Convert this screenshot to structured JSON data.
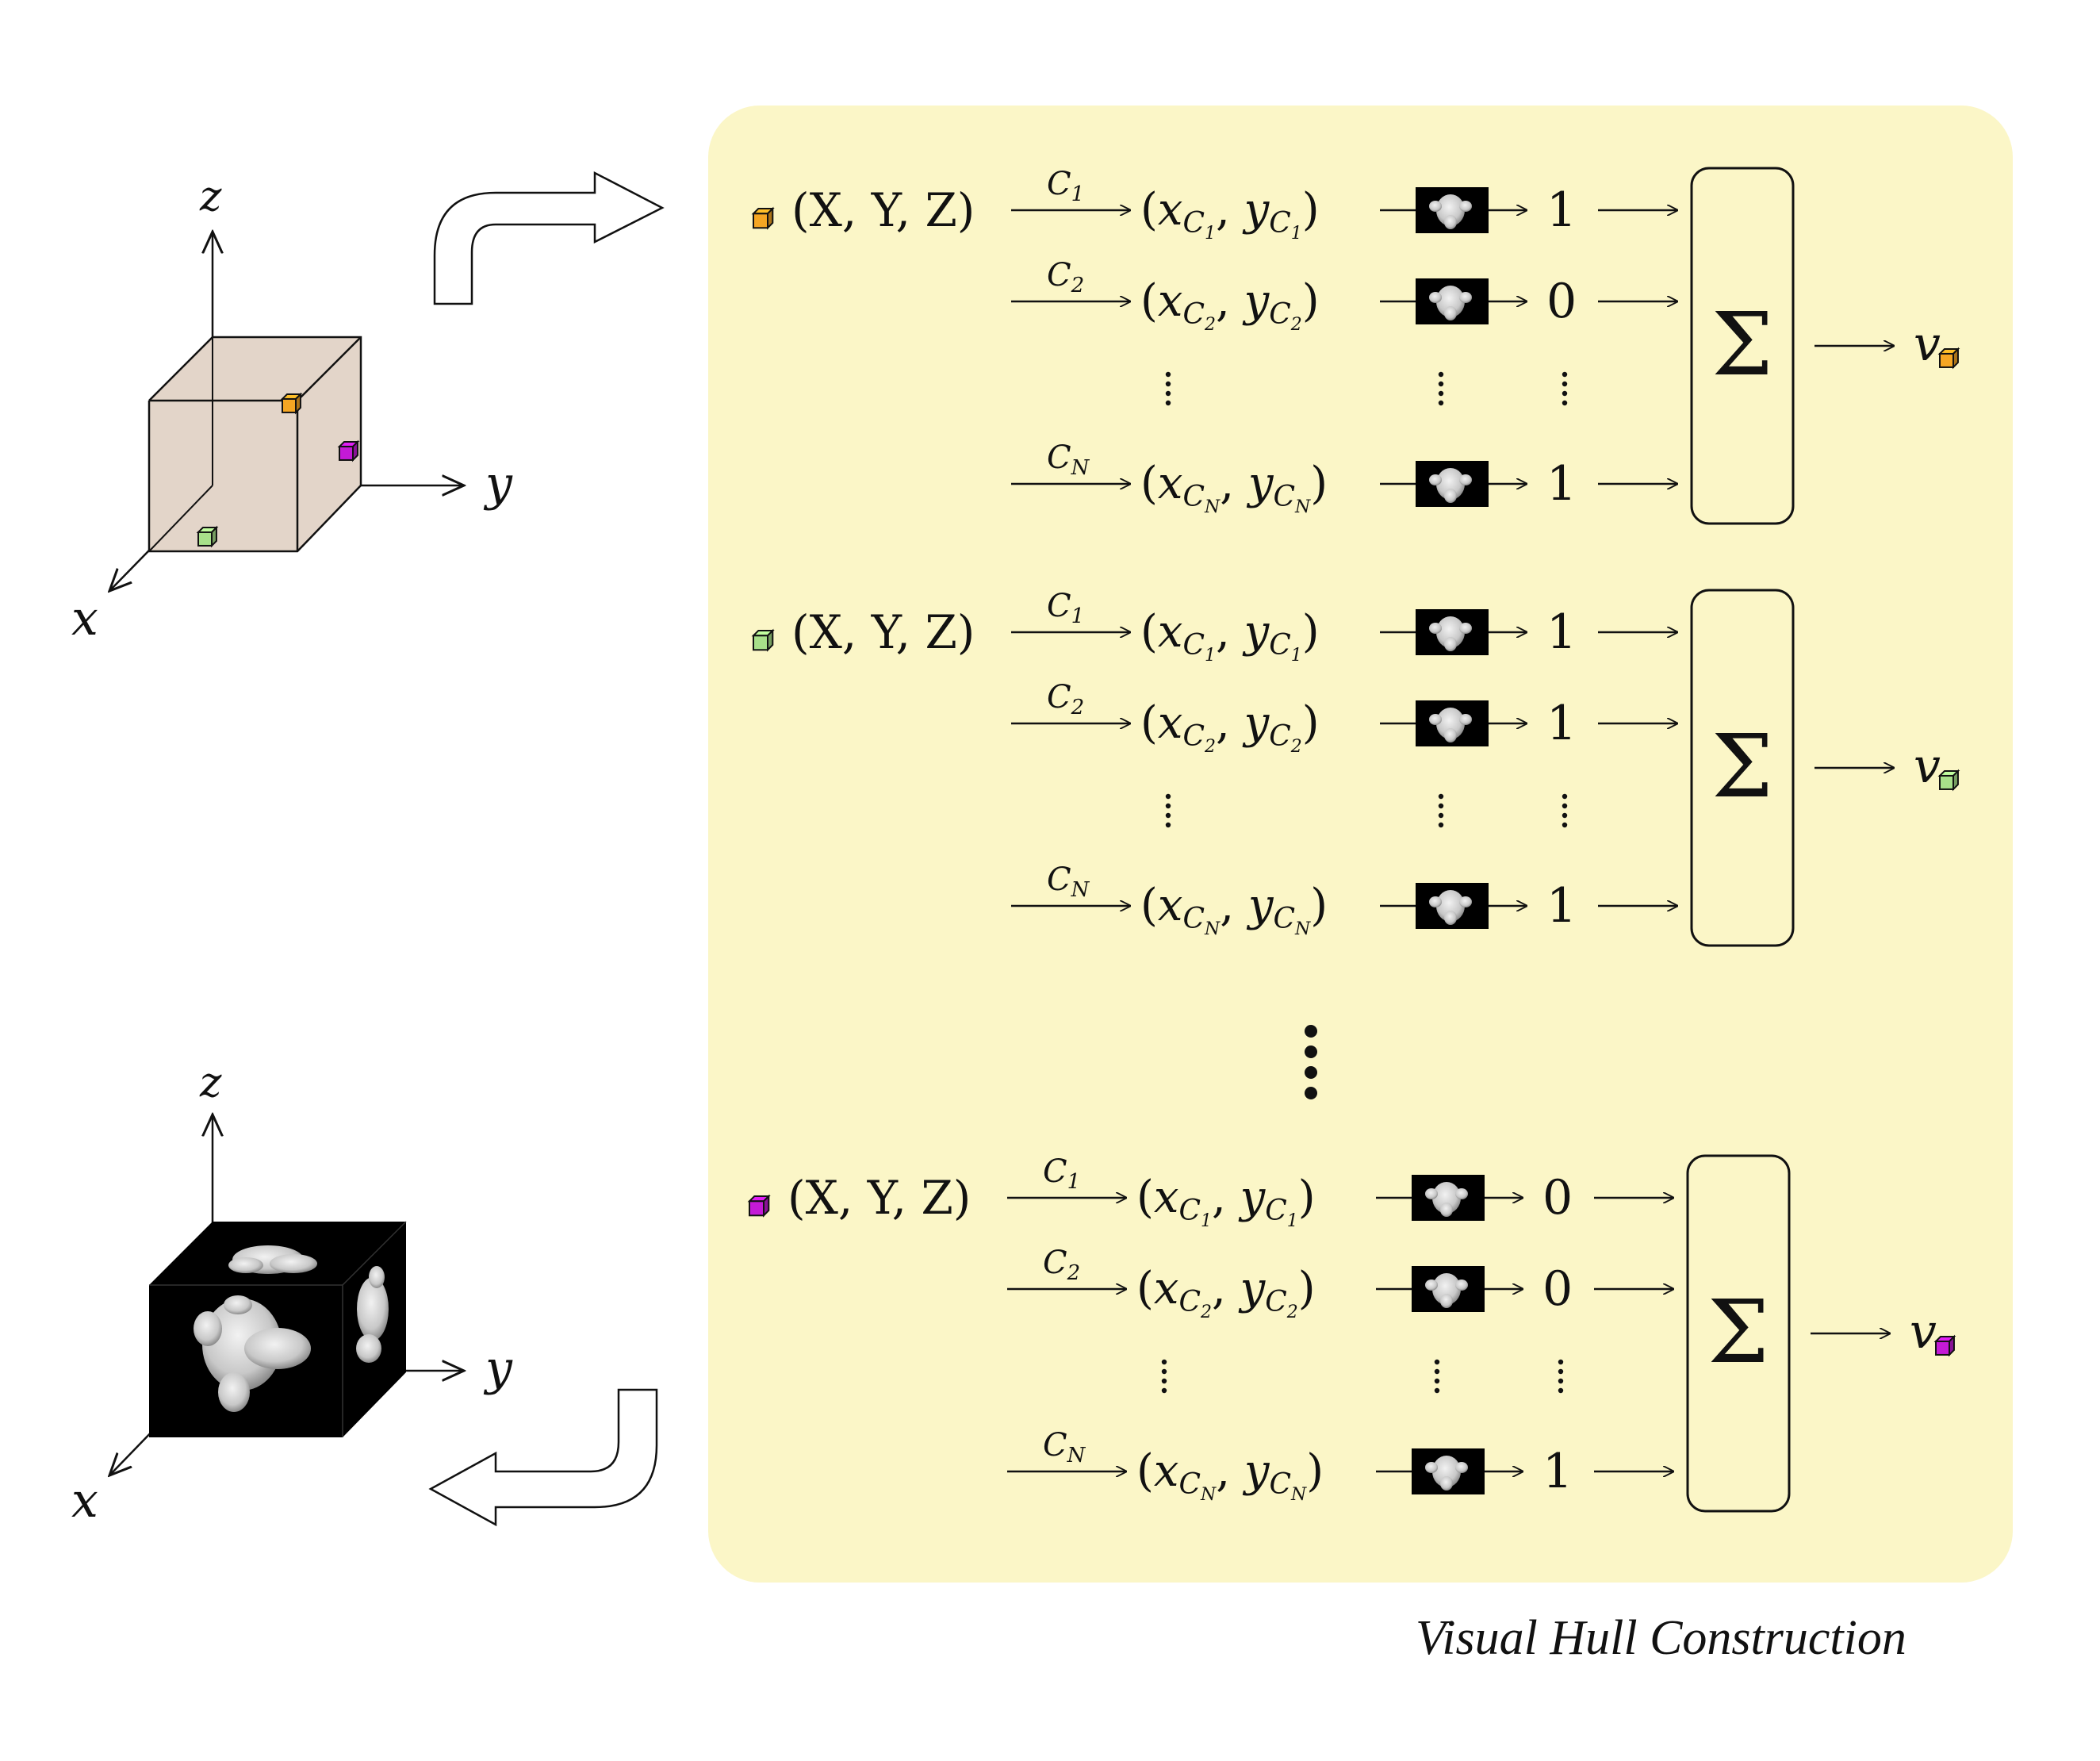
{
  "axes": {
    "x": "x",
    "y": "y",
    "z": "z"
  },
  "colors": {
    "panel": "#fbf6c7",
    "box_fill": "#e3d5c9",
    "orange": "#f5a623",
    "green": "#a8e08a",
    "magenta": "#c41ad6",
    "cube_dark": "#000000"
  },
  "point_label": "(X, Y, Z)",
  "cameras": [
    {
      "label": "C",
      "sub": "1"
    },
    {
      "label": "C",
      "sub": "2"
    },
    {
      "label": "C",
      "sub": "N"
    }
  ],
  "groups": [
    {
      "voxel_color": "orange",
      "bits": [
        "1",
        "0",
        "1"
      ],
      "sum_symbol": "Σ",
      "output": "v"
    },
    {
      "voxel_color": "green",
      "bits": [
        "1",
        "1",
        "1"
      ],
      "sum_symbol": "Σ",
      "output": "v"
    },
    {
      "voxel_color": "magenta",
      "bits": [
        "0",
        "0",
        "1"
      ],
      "sum_symbol": "Σ",
      "output": "v"
    }
  ],
  "caption": "Visual Hull Construction"
}
